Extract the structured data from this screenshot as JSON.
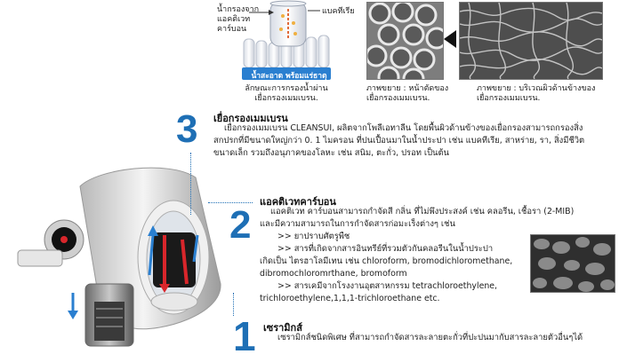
{
  "top": {
    "label_left": "น้ำกรองจาก\nแอคติเวทคาร์บอน",
    "label_bacteria": "แบคทีเรีย",
    "clean_water_label": "น้ำสะอาด พร้อมแร่ธาตุ",
    "caption_1": "ลักษณะการกรองน้ำผ่าน\nเยื่อกรองเมมเบรน.",
    "caption_2": "ภาพขยาย : หน้าตัดของ\nเยื่อกรองเมมเบรน.",
    "caption_3": "ภาพขยาย : บริเวณผิวด้านข้างของ\nเยื่อกรองเมมเบรน."
  },
  "stage3": {
    "number": "3",
    "title": "เยื่อกรองเมมเบรน",
    "line1": "เยื่อกรองเมมเบรน CLEANSUI, ผลิตจากโพลีเอทาลีน โดยพื้นผิวด้านข้างของเยื่อกรองสามารถกรองสิ่ง",
    "line2": "สกปรกที่มีขนาดใหญ่กว่า 0. 1 ไมครอน ที่ปนเปื้อนมาในน้ำประปา เช่น แบคทีเรีย, สาหร่าย, รา, สิ่งมีชีวิต",
    "line3": "ขนาดเล็ก รวมถึงอนุภาคของโลหะ เช่น สนิม, ตะกั่ว, ปรอท เป็นต้น"
  },
  "stage2": {
    "number": "2",
    "title": "แอคติเวทคาร์บอน",
    "line1": "แอคติเวท คาร์บอนสามารถกำจัดสี กลิ่น ที่ไม่พึงประสงค์ เช่น คลอรีน, เชื้อรา (2-MIB)",
    "line2": "และมีความสามารถในการกำจัดสารก่อมะเร็งต่างๆ เช่น",
    "line3": ">> ยาปราบศัตรูพืช",
    "line4": ">> สารที่เกิดจากสารอินทรีย์ที่รวมตัวกันคลอรีนในน้ำประปา",
    "line5": "เกิดเป็น ไตรฮาโลมีเทน เช่น chloroform, bromodichloromethane,",
    "line6": "dibromochloromrthane, bromoform",
    "line7": ">> สารเคมีจากโรงงานอุตสาหกรรม tetrachloroethylene,",
    "line8": "trichloroethylene,1,1,1-trichloroethane etc."
  },
  "stage1": {
    "number": "1",
    "title": "เซรามิกส์",
    "line1": "เซรามิกส์ชนิดพิเศษ  ที่สามารถกำจัดสารละลายตะกั่วที่ปะปนมากับสารละลายตัวอื่นๆได้"
  },
  "colors": {
    "accent_blue": "#1e6fb5",
    "flow_red": "#d9262b",
    "flow_blue": "#2a7fd0"
  }
}
